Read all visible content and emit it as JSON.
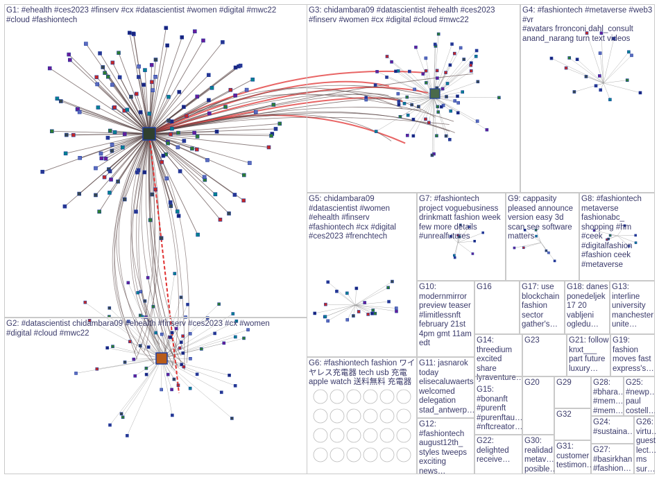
{
  "groups": [
    {
      "id": "g1",
      "text": "G1: #ehealth #ces2023 #finserv #cx #datascientist #women #digital #mwc22\n#cloud #fashiontech"
    },
    {
      "id": "g2",
      "text": "G2: #datascientist chidambara09 #ehealth #finserv #ces2023 #cx #women\n#digital #cloud #mwc22"
    },
    {
      "id": "g3",
      "text": "G3: chidambara09 #datascientist #ehealth #ces2023\n#finserv #women #cx #digital #cloud #mwc22"
    },
    {
      "id": "g4",
      "text": "G4: #fashiontech #metaverse #web3 #vr\n#avatars frronconi dahl_consult\nanand_narang turn text videos"
    },
    {
      "id": "g5",
      "text": "G5: chidambara09\n#datascientist #women\n#ehealth #finserv\n#fashiontech #cx #digital\n#ces2023 #frenchtech"
    },
    {
      "id": "g6",
      "text": "G6: #fashiontech fashion ワイ\nヤレス充電器 tech usb 充電\napple watch 送料無料 充電器"
    },
    {
      "id": "g7",
      "text": "G7: #fashiontech\nproject voguebusiness\ndrinkmatt fashion week\nfew more details\n#unrealfutures"
    },
    {
      "id": "g8",
      "text": "G8: #fashiontech\nmetaverse\nfashionabc_\nshopping #hm\n#ceek\n#digitalfashion\n#fashion ceek\n#metaverse"
    },
    {
      "id": "g9",
      "text": "G9: cappasity\npleased announce\nversion easy 3d\nscan see software\nmatters"
    },
    {
      "id": "g10",
      "text": "G10:\nmodernmirror\npreview teaser\n#limitlessnft\nfebruary 21st\n4pm gmt 11am\nedt"
    },
    {
      "id": "g11",
      "text": "G11: jasnarok\ntoday\nelisecaluwaerts\nwelcomed\ndelegation\nstad_antwerp…"
    },
    {
      "id": "g12",
      "text": "G12:\n#fashiontech\naugust12th_\nstyles tweeps\nexciting news…"
    },
    {
      "id": "g13",
      "text": "G13:\ninterline\nuniversity\nmanchester\nunite…"
    },
    {
      "id": "g14",
      "text": "G14:\nthreedium\nexcited\nshare\nlyraventure…"
    },
    {
      "id": "g15",
      "text": "G15:\n#bonanft\n#purenft\n#purenftau…\n#nftcreator…"
    },
    {
      "id": "g16",
      "text": "G16"
    },
    {
      "id": "g17",
      "text": "G17: use\nblockchain\nfashion\nsector\ngather's…"
    },
    {
      "id": "g18",
      "text": "G18: danes\nponedeljek\n17 20\nvabljeni\nogledu…"
    },
    {
      "id": "g19",
      "text": "G19:\nfashion\nmoves fast\nexpress's…"
    },
    {
      "id": "g20",
      "text": "G20"
    },
    {
      "id": "g21",
      "text": "G21: follow\nknxt___\npart future\nluxury…"
    },
    {
      "id": "g22",
      "text": "G22:\ndelighted\nreceive…"
    },
    {
      "id": "g23",
      "text": "G23"
    },
    {
      "id": "g24",
      "text": "G24:\n#sustaina…"
    },
    {
      "id": "g25",
      "text": "G25:\n#newp…\npaul\ncostell…"
    },
    {
      "id": "g26",
      "text": "G26:\nvirtu…\nguest\nlect…\nms\nsur…"
    },
    {
      "id": "g27",
      "text": "G27:\n#basirkhan\n#fashion…"
    },
    {
      "id": "g28",
      "text": "G28:\n#bhara…\n#mem…\n#mem…"
    },
    {
      "id": "g29",
      "text": "G29"
    },
    {
      "id": "g30",
      "text": "G30:\nrealidad\nmetav…\nposible…"
    },
    {
      "id": "g31",
      "text": "G31:\ncustomer\ntestimon…"
    },
    {
      "id": "g32",
      "text": "G32"
    }
  ],
  "colors": {
    "border": "#c9c9c9",
    "label": "#3a3a6a",
    "edge": "#8f8f8f",
    "edge_dark": "#5a4646",
    "edge_red": "#e03030",
    "node_border": "#1f3f9f"
  }
}
